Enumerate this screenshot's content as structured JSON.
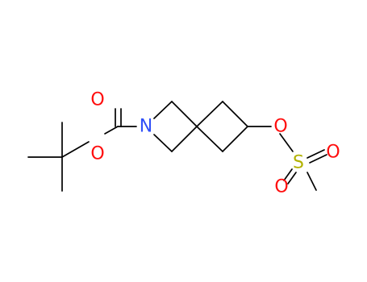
{
  "molecule": {
    "atoms": [
      {
        "id": "O_carbonyl",
        "label": "O",
        "color": "#ff0d0d"
      },
      {
        "id": "N_ring",
        "label": "N",
        "color": "#3050f8"
      },
      {
        "id": "O_ester",
        "label": "O",
        "color": "#ff0d0d"
      },
      {
        "id": "O_sulfonate",
        "label": "O",
        "color": "#ff0d0d"
      },
      {
        "id": "S",
        "label": "S",
        "color": "#b2b200"
      },
      {
        "id": "O_sulfonyl_1",
        "label": "O",
        "color": "#ff0d0d"
      },
      {
        "id": "O_sulfonyl_2",
        "label": "O",
        "color": "#ff0d0d"
      }
    ],
    "bond_color": "#000000"
  }
}
